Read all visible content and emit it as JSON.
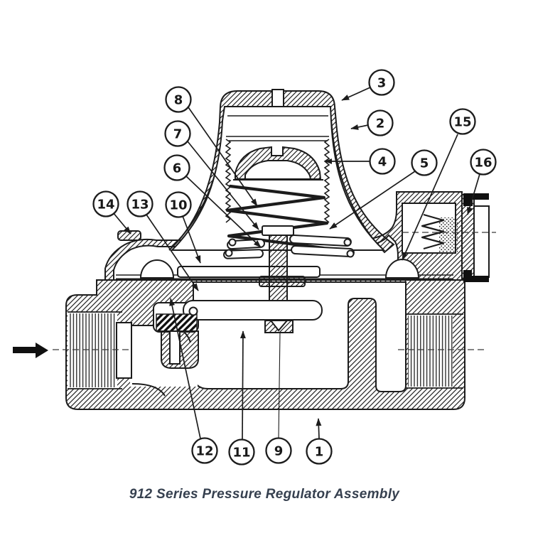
{
  "diagram": {
    "caption": "912 Series Pressure Regulator Assembly",
    "callouts": [
      {
        "label": "1"
      },
      {
        "label": "2"
      },
      {
        "label": "3"
      },
      {
        "label": "4"
      },
      {
        "label": "5"
      },
      {
        "label": "6"
      },
      {
        "label": "7"
      },
      {
        "label": "8"
      },
      {
        "label": "9"
      },
      {
        "label": "10"
      },
      {
        "label": "11"
      },
      {
        "label": "12"
      },
      {
        "label": "13"
      },
      {
        "label": "14"
      },
      {
        "label": "15"
      },
      {
        "label": "16"
      }
    ],
    "flow_arrow": {
      "direction": "right"
    },
    "colors": {
      "ink": "#1c1c1c",
      "caption_text": "#36404f",
      "paper": "#ffffff"
    }
  }
}
